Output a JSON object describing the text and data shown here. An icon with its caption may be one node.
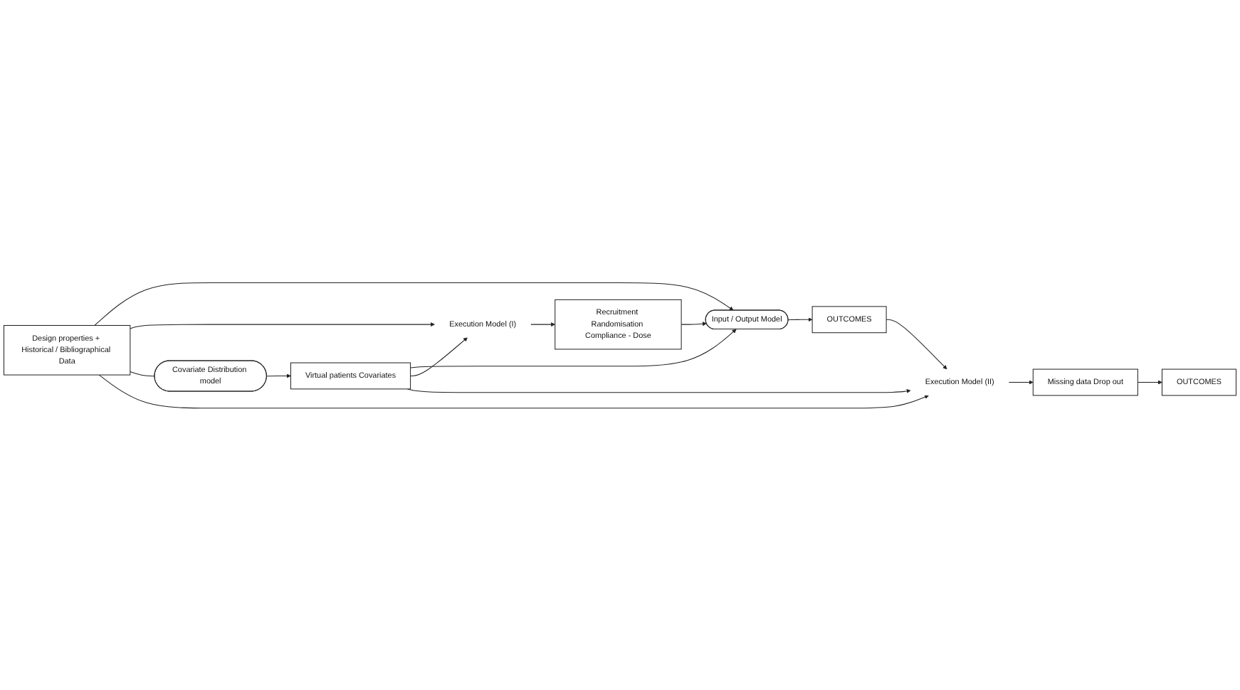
{
  "diagram": {
    "nodes": [
      {
        "text": [
          "Design properties + Historical / Bibliographical Data"
        ]
      },
      {
        "text": [
          "Recruitment Randomisation Compliance - Dose"
        ]
      },
      {
        "text": [
          "Input / Output Model"
        ]
      },
      {
        "text": [
          "OUTCOMES"
        ]
      },
      {
        "text": [
          "Execution Model (I)"
        ]
      },
      {
        "text": [
          "Covariate Distribution model"
        ]
      },
      {
        "text": [
          "Virtual patients Covariates"
        ]
      },
      {
        "text": [
          "Execution Model (II)"
        ]
      },
      {
        "text": [
          "Missing data Drop out"
        ]
      },
      {
        "text": [
          "OUTCOMES"
        ]
      }
    ],
    "edges": [
      {
        "from": 0,
        "to": 2,
        "arrow": "to"
      },
      {
        "from": 1,
        "to": 2,
        "arrow": "to"
      },
      {
        "from": 6,
        "to": 2,
        "arrow": "to"
      },
      {
        "from": 2,
        "to": 3,
        "arrow": "to"
      },
      {
        "from": 0,
        "to": 4,
        "arrow": "to"
      },
      {
        "from": 6,
        "to": 4,
        "arrow": "to"
      },
      {
        "from": 4,
        "to": 1,
        "arrow": "to"
      },
      {
        "from": 0,
        "to": 5,
        "arrow": "none"
      },
      {
        "from": 5,
        "to": 6,
        "arrow": "to"
      },
      {
        "from": 6,
        "to": 7,
        "arrow": "to"
      },
      {
        "from": 0,
        "to": 7,
        "arrow": "to"
      },
      {
        "from": 3,
        "to": 7,
        "arrow": "to"
      },
      {
        "from": 7,
        "to": 8,
        "arrow": "to"
      },
      {
        "from": 8,
        "to": 9,
        "arrow": "to"
      }
    ]
  }
}
